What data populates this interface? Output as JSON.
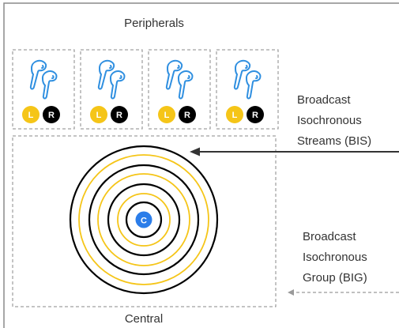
{
  "peripherals_label": "Peripherals",
  "central_label": "Central",
  "peripheral_devices": [
    {
      "left_badge": "L",
      "right_badge": "R"
    },
    {
      "left_badge": "L",
      "right_badge": "R"
    },
    {
      "left_badge": "L",
      "right_badge": "R"
    },
    {
      "left_badge": "L",
      "right_badge": "R"
    }
  ],
  "central_badge": "C",
  "bis_annotation": [
    "Broadcast",
    "Isochronous",
    "Streams (BIS)"
  ],
  "big_annotation": [
    "Broadcast",
    "Isochronous",
    "Group (BIG)"
  ],
  "ring_colors": [
    "#000000",
    "#f5c518",
    "#000000",
    "#f5c518",
    "#000000",
    "#f5c518",
    "#000000"
  ],
  "colors": {
    "left_badge": "#f5c518",
    "right_badge": "#000000",
    "central_badge": "#2b7de9",
    "earbud_outline": "#2f8fe0",
    "dashed_border": "#8a8a8a",
    "frame_border": "#8a8a8a"
  },
  "icons": {
    "earbud": "earbuds-icon",
    "bis_arrow": "arrow-left-icon",
    "big_arrow": "dashed-arrow-left-icon"
  }
}
